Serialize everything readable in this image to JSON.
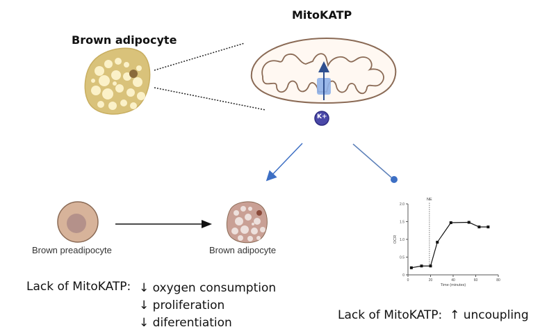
{
  "top": {
    "left_title": "Brown adipocyte",
    "center_title": "MitoKATP",
    "ion_label": "K+"
  },
  "differentiation": {
    "from_label": "Brown preadipocyte",
    "to_label": "Brown adipocyte"
  },
  "effects_left": {
    "prefix": "Lack of MitoKATP:",
    "items": [
      {
        "arrow": "↓",
        "text": "oxygen consumption"
      },
      {
        "arrow": "↓",
        "text": "proliferation"
      },
      {
        "arrow": "↓",
        "text": "diferentiation"
      }
    ]
  },
  "effects_right": {
    "prefix": "Lack of MitoKATP:",
    "arrow": "↑",
    "text": "uncoupling"
  },
  "colors": {
    "adipocyte_fill": "#d9c27a",
    "adipocyte_droplet": "#fbf1c8",
    "mito_outline": "#8a6a55",
    "channel": "#8fb0e8",
    "ion": "#4a48a8",
    "arrow_blue": "#3d6fc4",
    "pre_fill": "#d7b39a",
    "pre_nucleus": "#b4918a",
    "brown_cell_fill": "#c9a095",
    "brown_droplet": "#ede0dc"
  },
  "chart_data": {
    "type": "line",
    "title": "",
    "xlabel": "Time (minutes)",
    "ylabel": "OCR",
    "xlim": [
      0,
      80
    ],
    "ylim": [
      0,
      2.0
    ],
    "xticks": [
      0,
      20,
      40,
      60,
      80
    ],
    "yticks": [
      0,
      0.5,
      1.0,
      1.5,
      2.0
    ],
    "ytick_labels": [
      "0",
      "0.5",
      "1.0",
      "1.5",
      "2.0"
    ],
    "annotation": {
      "label": "NE",
      "x": 19,
      "style": "dotted-vertical-line"
    },
    "grid": false,
    "series": [
      {
        "name": "OCR",
        "x": [
          3,
          12,
          20,
          26,
          38,
          54,
          63,
          71
        ],
        "y": [
          0.2,
          0.25,
          0.25,
          0.92,
          1.47,
          1.48,
          1.35,
          1.35
        ]
      }
    ]
  }
}
